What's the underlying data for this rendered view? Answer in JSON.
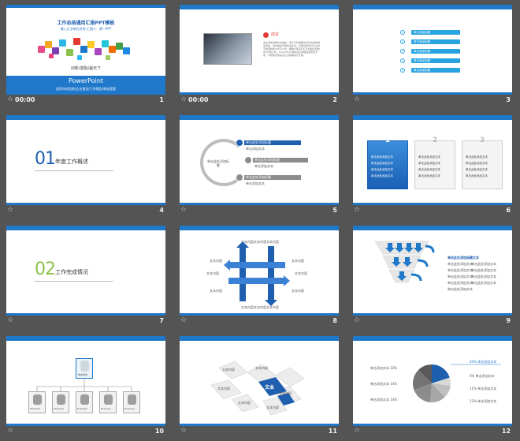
{
  "colors": {
    "accent": "#1f78c9",
    "background": "#545454",
    "green": "#8bc34a",
    "cyan": "#29a3e0"
  },
  "slides": [
    {
      "num": "1",
      "time": "00:00",
      "title": "工作总结通用汇报PPT模板",
      "meta": "输入企业单位名称     汇报人：第一PPT",
      "slogan": "创新/激励/赢天下",
      "brand": "PowerPoint",
      "category": "适用年终总结/企业报告/工作报告/商业提案"
    },
    {
      "num": "2",
      "time": "00:00",
      "heading": "前言",
      "text": "此处添加详细文本描述，建议与标题相关并符合整体语言风格，语言描述尽量简洁生动。尽量将每页幻灯片的字数控制在200字以内，据统计每页幻灯片的最好控制在5分钟之内。PowerPoint提供的主题模板和配色方案，可帮助您快速设计出精美演示文稿。"
    },
    {
      "num": "3",
      "items": [
        "单击添加标题",
        "单击添加标题",
        "单击添加标题",
        "单击添加标题",
        "单击添加标题"
      ]
    },
    {
      "num": "4",
      "section_num": "01",
      "section_title": "年度工作概述"
    },
    {
      "num": "5",
      "center": "单击此处添加标题",
      "items": [
        "单击此处添加标题",
        "单击此处添加标题",
        "单击此处添加标题"
      ],
      "sub": "单击添加文本"
    },
    {
      "num": "6",
      "boxes": [
        "1",
        "2",
        "3"
      ],
      "line": "单击此处添加文本"
    },
    {
      "num": "7",
      "section_num": "02",
      "section_title": "工作完成情况"
    },
    {
      "num": "8",
      "label": "文本内容",
      "top": "文本内容文本内容文本内容",
      "bottom": "文本内容文本内容文本内容"
    },
    {
      "num": "9",
      "heading": "单击此处添加标题文本",
      "line": "单击此处添加文本"
    },
    {
      "num": "10",
      "boss": "单击添加",
      "members": [
        "Example",
        "Example",
        "Example",
        "Example",
        "Example"
      ]
    },
    {
      "num": "11",
      "center": "文本",
      "label": "文本内容"
    },
    {
      "num": "12",
      "left_labels": [
        "单击添加文本 22%",
        "单击添加文本 14%",
        "单击添加文本 14%"
      ],
      "right_labels": [
        "20% 单击添加文本",
        "6% 单击添加文本",
        "11% 单击添加文本",
        "12% 单击添加文本"
      ]
    }
  ]
}
